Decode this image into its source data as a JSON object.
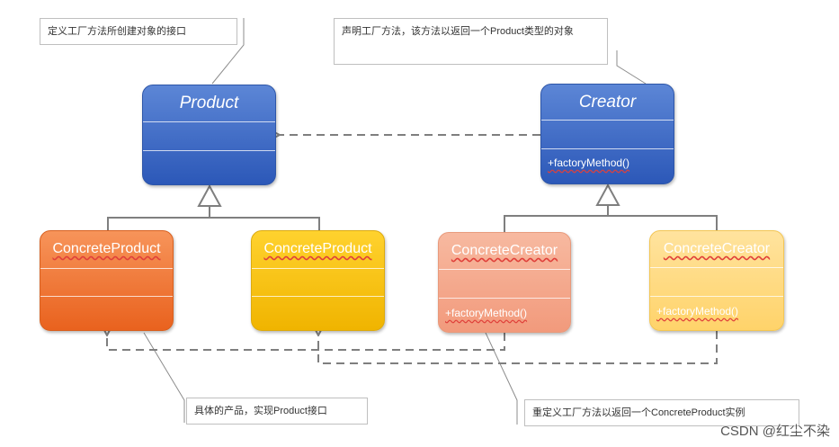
{
  "notes": {
    "product_note": "定义工厂方法所创建对象的接口",
    "creator_note": "声明工厂方法，该方法以返回一个Product类型的对象",
    "concrete_product_note": "具体的产品，实现Product接口",
    "concrete_creator_note": "重定义工厂方法以返回一个ConcreteProduct实例"
  },
  "classes": {
    "product": {
      "name": "Product"
    },
    "creator": {
      "name": "Creator",
      "method": "+factoryMethod()"
    },
    "concrete_product_a": {
      "name": "ConcreteProduct"
    },
    "concrete_product_b": {
      "name": "ConcreteProduct"
    },
    "concrete_creator_a": {
      "name": "ConcreteCreator",
      "method": "+factoryMethod()"
    },
    "concrete_creator_b": {
      "name": "ConcreteCreator",
      "method": "+factoryMethod()"
    }
  },
  "colors": {
    "abstract_class": "#3b67c4",
    "concrete_product_a": "#ee7430",
    "concrete_product_b": "#fbc409",
    "concrete_creator_a": "#f4a88c",
    "concrete_creator_b": "#ffd77e",
    "connector": "#7f7f7f"
  },
  "watermark": "CSDN @红尘不染"
}
